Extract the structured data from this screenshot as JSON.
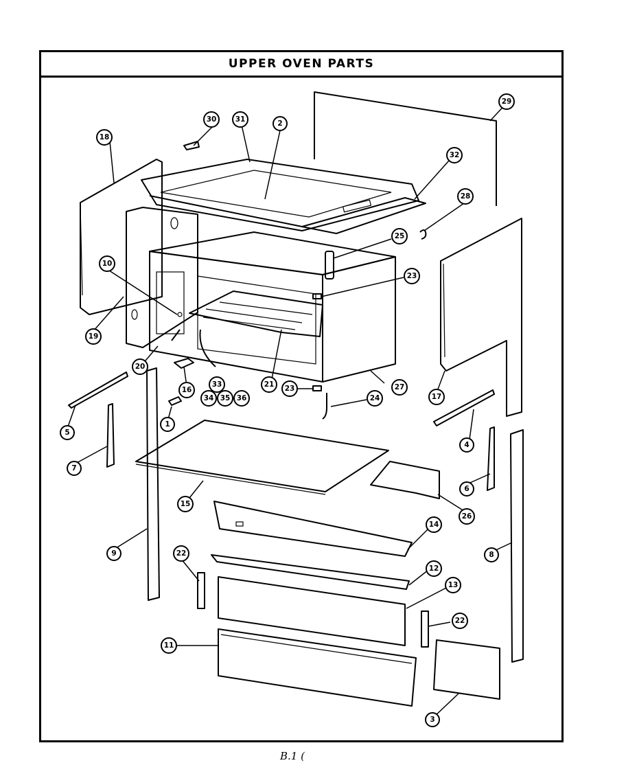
{
  "title": "UPPER OVEN PARTS",
  "footer_mark": "B.1  (",
  "callouts": [
    {
      "id": "1",
      "label": "1"
    },
    {
      "id": "2",
      "label": "2"
    },
    {
      "id": "3",
      "label": "3"
    },
    {
      "id": "4",
      "label": "4"
    },
    {
      "id": "5",
      "label": "5"
    },
    {
      "id": "6",
      "label": "6"
    },
    {
      "id": "7",
      "label": "7"
    },
    {
      "id": "8",
      "label": "8"
    },
    {
      "id": "9",
      "label": "9"
    },
    {
      "id": "10",
      "label": "10"
    },
    {
      "id": "11",
      "label": "11"
    },
    {
      "id": "12",
      "label": "12"
    },
    {
      "id": "13",
      "label": "13"
    },
    {
      "id": "14",
      "label": "14"
    },
    {
      "id": "15",
      "label": "15"
    },
    {
      "id": "16",
      "label": "16"
    },
    {
      "id": "17",
      "label": "17"
    },
    {
      "id": "18",
      "label": "18"
    },
    {
      "id": "19",
      "label": "19"
    },
    {
      "id": "20",
      "label": "20"
    },
    {
      "id": "21",
      "label": "21"
    },
    {
      "id": "22a",
      "label": "22"
    },
    {
      "id": "22b",
      "label": "22"
    },
    {
      "id": "23a",
      "label": "23"
    },
    {
      "id": "23b",
      "label": "23"
    },
    {
      "id": "24",
      "label": "24"
    },
    {
      "id": "25",
      "label": "25"
    },
    {
      "id": "26",
      "label": "26"
    },
    {
      "id": "27",
      "label": "27"
    },
    {
      "id": "28",
      "label": "28"
    },
    {
      "id": "29",
      "label": "29"
    },
    {
      "id": "30",
      "label": "30"
    },
    {
      "id": "31",
      "label": "31"
    },
    {
      "id": "32",
      "label": "32"
    },
    {
      "id": "33",
      "label": "33"
    },
    {
      "id": "34",
      "label": "34"
    },
    {
      "id": "35",
      "label": "35"
    },
    {
      "id": "36",
      "label": "36"
    }
  ]
}
